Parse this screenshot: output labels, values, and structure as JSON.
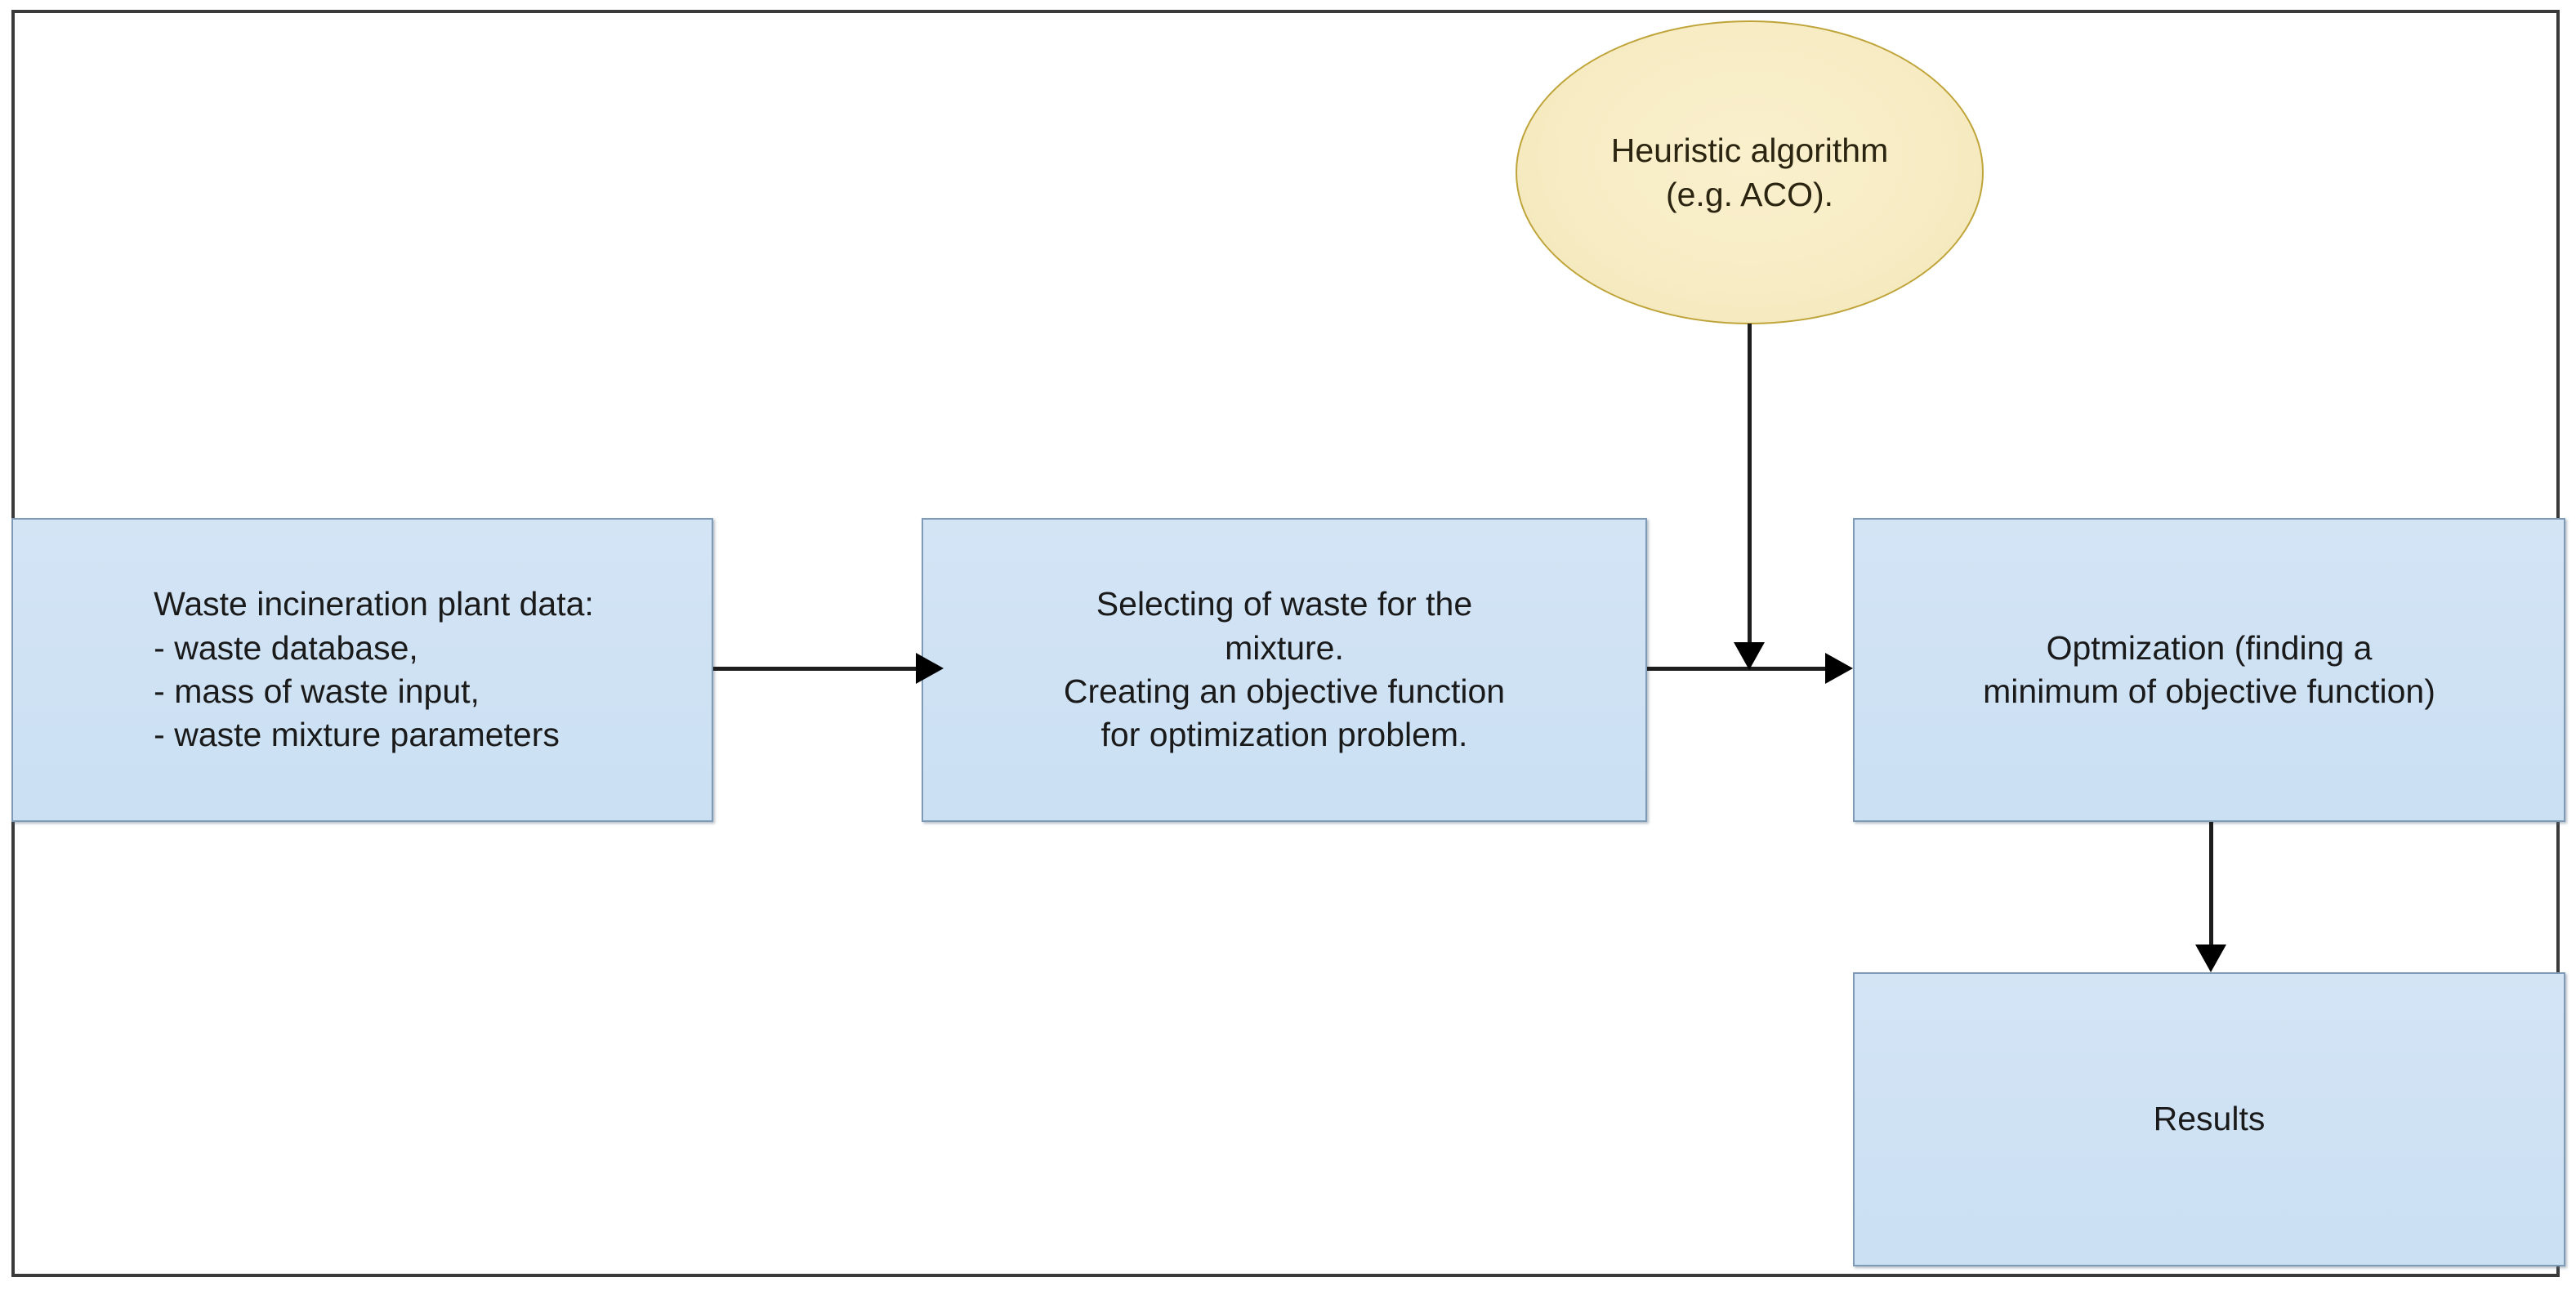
{
  "diagram": {
    "title": "Waste incineration mixture optimization flowchart",
    "frame": {
      "name": "outer-frame"
    },
    "colors": {
      "process_fill": "#cfe2f4",
      "process_border": "#7f9ab5",
      "decision_fill": "#f7ecc4",
      "decision_border": "#bfa43a",
      "connector": "#1d1d1d",
      "frame_border": "#3a3a3a",
      "text": "#1a1a1a"
    },
    "nodes": [
      {
        "id": "data",
        "shape": "rectangle",
        "label": "Waste incineration plant data:\n   - waste database,\n  - mass of waste input,\n- waste mixture parameters"
      },
      {
        "id": "selecting",
        "shape": "rectangle",
        "label": "Selecting of waste for the\nmixture.\nCreating an objective function\nfor optimization problem."
      },
      {
        "id": "optimize",
        "shape": "rectangle",
        "label": "Optmization (finding a\nminimum of objective function)"
      },
      {
        "id": "results",
        "shape": "rectangle",
        "label": "Results"
      },
      {
        "id": "heuristic",
        "shape": "ellipse",
        "label": "Heuristic algorithm\n(e.g. ACO)."
      }
    ],
    "edges": [
      {
        "id": "data-to-selecting",
        "from": "data",
        "to": "selecting",
        "direction": "right"
      },
      {
        "id": "selecting-to-optimize",
        "from": "selecting",
        "to": "optimize",
        "direction": "right"
      },
      {
        "id": "heuristic-to-optimize",
        "from": "heuristic",
        "to": "optimize",
        "direction": "down"
      },
      {
        "id": "optimize-to-results",
        "from": "optimize",
        "to": "results",
        "direction": "down"
      }
    ]
  }
}
